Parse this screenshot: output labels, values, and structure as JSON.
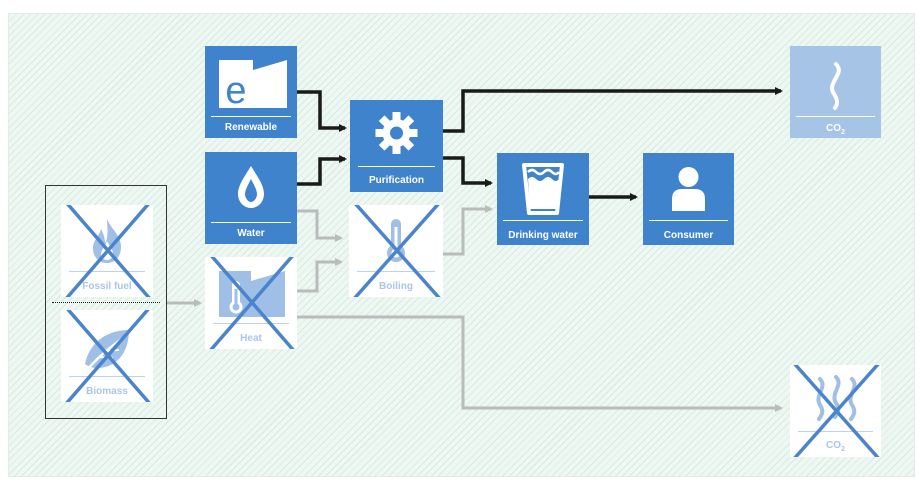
{
  "diagram": {
    "colors": {
      "primary": "#3f83cd",
      "faded_icon": "#9fbfe6",
      "cross": "#4a84cc",
      "co2_light": "#a5c4e6",
      "arrow_active": "#1a1a1a",
      "arrow_inactive": "#b8bcbc",
      "background_hatch": "#eef7f2"
    },
    "nodes": {
      "renewable": {
        "label": "Renewable",
        "icon": "renewable-energy-factory-icon",
        "state": "active"
      },
      "water": {
        "label": "Water",
        "icon": "water-drop-icon",
        "state": "active"
      },
      "purification": {
        "label": "Purification",
        "icon": "gear-icon",
        "state": "active"
      },
      "drinking_water": {
        "label": "Drinking water",
        "icon": "water-glass-icon",
        "state": "active"
      },
      "consumer": {
        "label": "Consumer",
        "icon": "person-icon",
        "state": "active"
      },
      "co2_top": {
        "label": "CO",
        "sub": "2",
        "icon": "smoke-wisp-icon",
        "state": "light"
      },
      "fossil_fuel": {
        "label": "Fossil fuel",
        "icon": "flame-icon",
        "state": "crossed"
      },
      "biomass": {
        "label": "Biomass",
        "icon": "leaf-icon",
        "state": "crossed"
      },
      "heat": {
        "label": "Heat",
        "icon": "heat-factory-icon",
        "state": "crossed"
      },
      "boiling": {
        "label": "Boiling",
        "icon": "thermometer-icon",
        "state": "crossed"
      },
      "co2_bottom": {
        "label": "CO",
        "sub": "2",
        "icon": "smoke-icon",
        "state": "crossed"
      }
    },
    "edges": [
      {
        "from": "renewable",
        "to": "purification",
        "style": "active"
      },
      {
        "from": "water",
        "to": "purification",
        "style": "active"
      },
      {
        "from": "purification",
        "to": "co2_top",
        "style": "active"
      },
      {
        "from": "purification",
        "to": "drinking_water",
        "style": "active"
      },
      {
        "from": "drinking_water",
        "to": "consumer",
        "style": "active"
      },
      {
        "from": "water",
        "to": "boiling",
        "style": "inactive"
      },
      {
        "from": "heat",
        "to": "boiling",
        "style": "inactive"
      },
      {
        "from": "boiling",
        "to": "drinking_water",
        "style": "inactive"
      },
      {
        "from": "fossil_fuel_biomass_group",
        "to": "heat",
        "style": "inactive"
      },
      {
        "from": "heat",
        "to": "co2_bottom",
        "style": "inactive"
      }
    ]
  }
}
